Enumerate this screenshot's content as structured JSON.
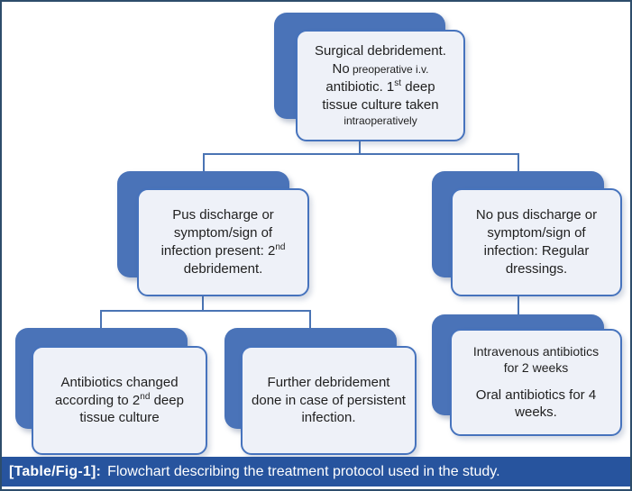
{
  "figure": {
    "type": "flowchart",
    "caption": {
      "label": "[Table/Fig-1]:",
      "text": "Flowchart describing the treatment protocol used in the study."
    },
    "colors": {
      "shadow_box": "#4a73b8",
      "front_fill": "#eef1f8",
      "front_border": "#4673bd",
      "connector": "#4a74b4",
      "caption_bar": "#27549e",
      "figure_border": "#2d4d6b",
      "text": "#1f1f1f"
    },
    "nodes": {
      "surgical": {
        "line1": "Surgical debridement.",
        "line2_big": "No",
        "line2_small": " preoperative i.v.",
        "line3_pre": "antibiotic. 1",
        "line3_sup": "st",
        "line3_post": " deep tissue culture taken",
        "line4_small": "intraoperatively"
      },
      "pus_present": {
        "pre": "Pus discharge or symptom/sign of infection present: 2",
        "sup": "nd",
        "post": " debridement."
      },
      "no_pus": {
        "text": "No pus discharge or symptom/sign of infection: Regular dressings."
      },
      "antibiotics_changed": {
        "pre": "Antibiotics changed according to 2",
        "sup": "nd",
        "post": " deep tissue culture"
      },
      "further_debridement": {
        "text": "Further debridement done in case of persistent infection."
      },
      "antibiotics_course": {
        "para1": "Intravenous antibiotics for 2 weeks",
        "para2": "Oral antibiotics for 4 weeks."
      }
    }
  }
}
